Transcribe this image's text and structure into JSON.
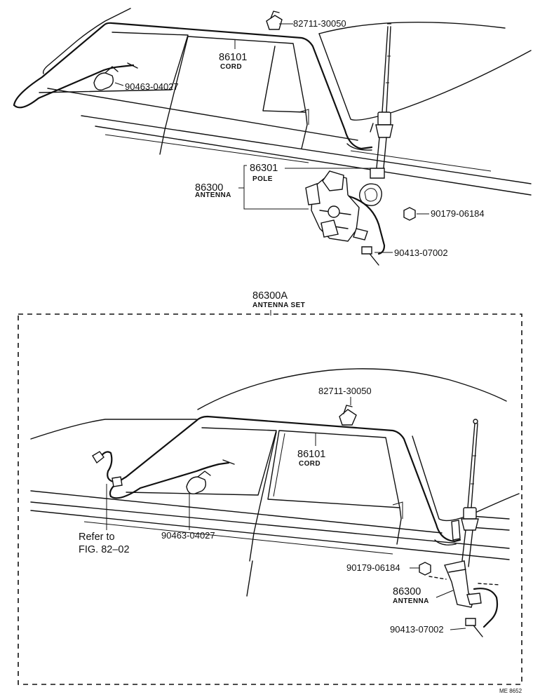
{
  "top_diagram": {
    "callouts": {
      "clamp_roof": "82711-30050",
      "cord_number": "86101",
      "cord_name": "CORD",
      "clamp_left": "90463-04027",
      "pole_number": "86301",
      "pole_name": "POLE",
      "antenna_number": "86300",
      "antenna_name": "ANTENNA",
      "nut": "90179-06184",
      "bolt": "90413-07002"
    }
  },
  "antenna_set": {
    "number": "86300A",
    "name": "ANTENNA SET"
  },
  "bottom_diagram": {
    "callouts": {
      "clamp_roof": "82711-30050",
      "cord_number": "86101",
      "cord_name": "CORD",
      "refer_line1": "Refer to",
      "refer_line2": "FIG. 82–02",
      "clamp_left": "90463-04027",
      "nut": "90179-06184",
      "antenna_number": "86300",
      "antenna_name": "ANTENNA",
      "bolt": "90413-07002"
    }
  },
  "drawing_code": "ME 8652"
}
